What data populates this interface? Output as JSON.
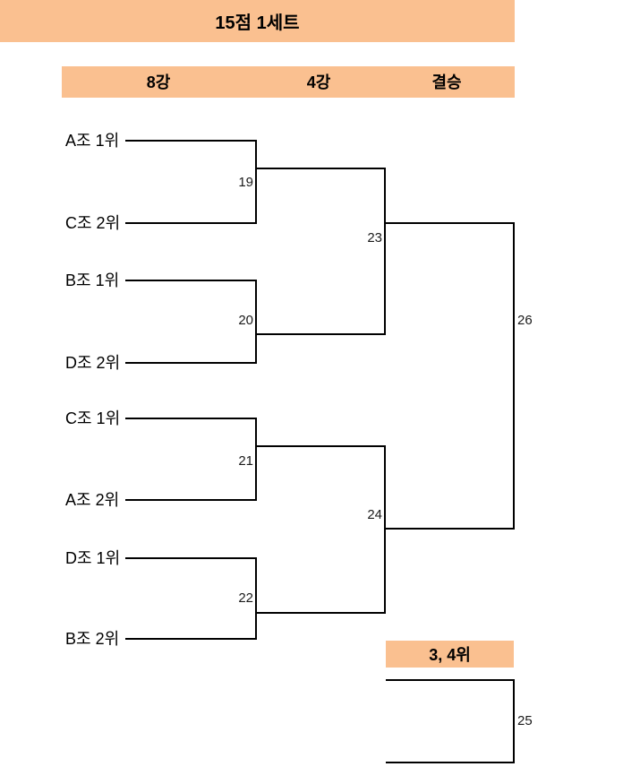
{
  "title": "15점 1세트",
  "round_headers": {
    "quarterfinals": "8강",
    "semifinals": "4강",
    "final": "결승"
  },
  "seeds": [
    "A조 1위",
    "C조 2위",
    "B조 1위",
    "D조 2위",
    "C조 1위",
    "A조 2위",
    "D조 1위",
    "B조 2위"
  ],
  "match_numbers": {
    "qf1": "19",
    "qf2": "20",
    "qf3": "21",
    "qf4": "22",
    "sf1": "23",
    "sf2": "24",
    "final": "26",
    "third_place": "25"
  },
  "third_place_header": "3, 4위",
  "colors": {
    "header_fill": "#FAC090",
    "line": "#000000",
    "number_text": "#1a1a1a"
  }
}
